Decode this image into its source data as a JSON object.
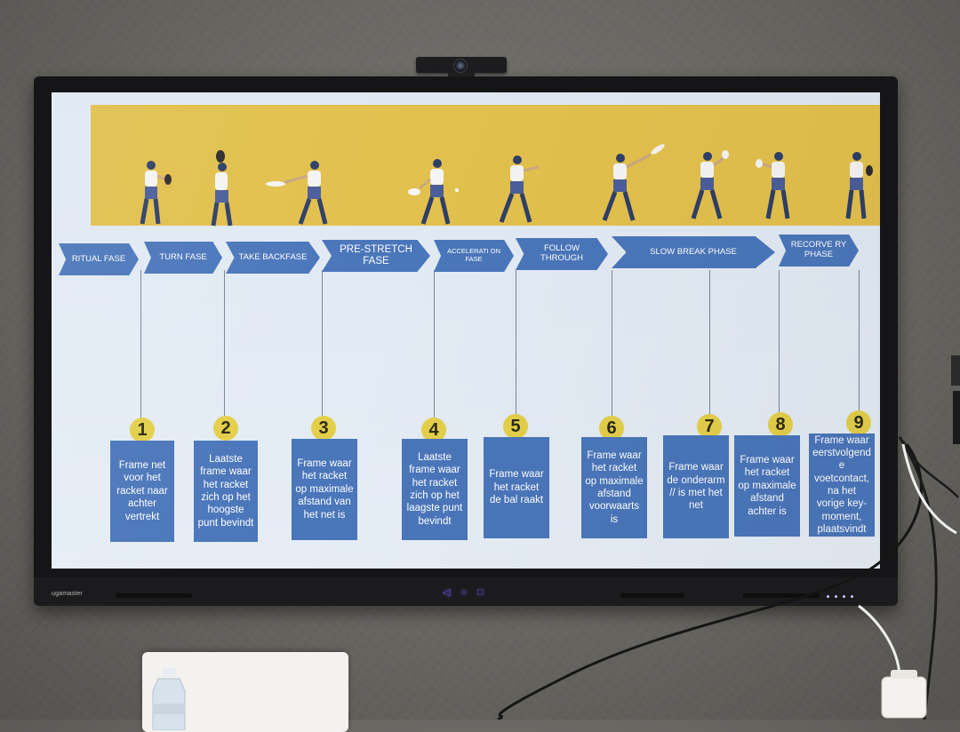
{
  "monitor": {
    "brand": "ugamaster"
  },
  "phases": [
    {
      "label": "RITUAL FASE"
    },
    {
      "label": "TURN FASE"
    },
    {
      "label": "TAKE BACKFASE"
    },
    {
      "label": "PRE-STRETCH FASE"
    },
    {
      "label": "ACCELERATI ON FASE"
    },
    {
      "label": "FOLLOW THROUGH"
    },
    {
      "label": "SLOW BREAK PHASE"
    },
    {
      "label": "RECORVE RY PHASE"
    }
  ],
  "frames": [
    {
      "number": "1",
      "text": "Frame net voor het racket naar achter vertrekt"
    },
    {
      "number": "2",
      "text": "Laatste frame waar het racket zich op het hoogste punt bevindt"
    },
    {
      "number": "3",
      "text": "Frame waar het racket op maximale afstand van het net is"
    },
    {
      "number": "4",
      "text": "Laatste frame waar het racket zich op het laagste punt bevindt"
    },
    {
      "number": "5",
      "text": "Frame waar het racket de bal raakt"
    },
    {
      "number": "6",
      "text": "Frame waar het racket op maximale afstand voorwaarts is"
    },
    {
      "number": "7",
      "text": "Frame waar de onderarm // is met het net"
    },
    {
      "number": "8",
      "text": "Frame waar het racket op maximale afstand achter is"
    },
    {
      "number": "9",
      "text": "Frame waar eerstvolgend e voetcontact, na het vorige key-moment, plaatsvindt"
    }
  ],
  "colors": {
    "banner": "#e2c04d",
    "arrow": "#4a76ba",
    "box": "#4a76ba",
    "badge": "#e4cf4a"
  },
  "icons": {
    "touch": [
      "back-icon",
      "home-icon",
      "recent-apps-icon"
    ]
  }
}
